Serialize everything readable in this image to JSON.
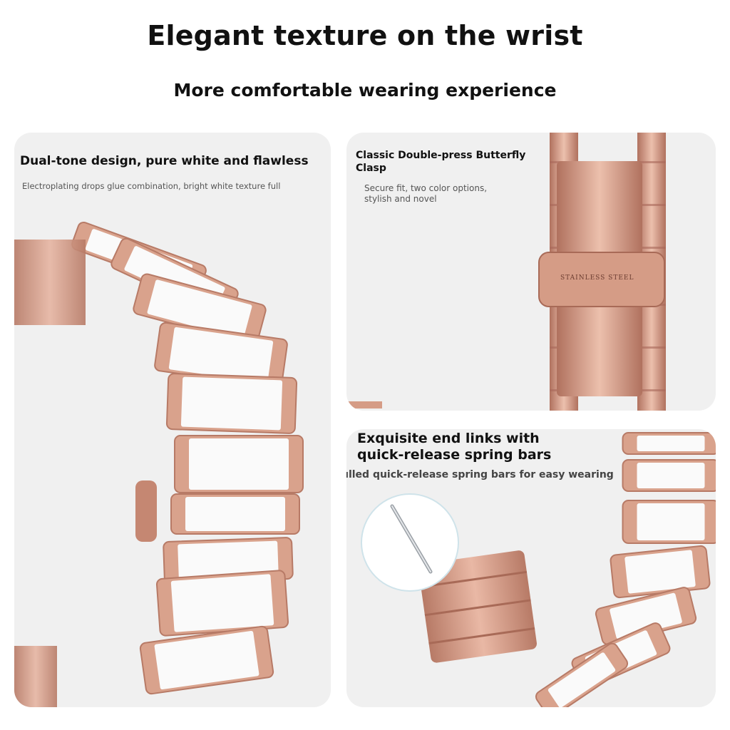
{
  "header": {
    "title": "Elegant texture on the wrist",
    "subtitle": "More comfortable wearing experience"
  },
  "cards": [
    {
      "title": "Dual-tone design, pure white and flawless",
      "description": "Electroplating drops glue combination, bright white texture full"
    },
    {
      "title": "Classic Double-press Butterfly Clasp",
      "description": "Secure fit, two color options, stylish and novel",
      "clasp_engraving": "STAINLESS STEEL"
    },
    {
      "title": "Exquisite end links with quick-release spring bars",
      "description": "Hand-pulled quick-release spring bars for easy wearing"
    }
  ],
  "colors": {
    "rose_gold": "#d9a28c",
    "rose_gold_dark": "#b77a66",
    "ceramic_white": "#fafafa",
    "card_bg": "#f0f0f0"
  }
}
